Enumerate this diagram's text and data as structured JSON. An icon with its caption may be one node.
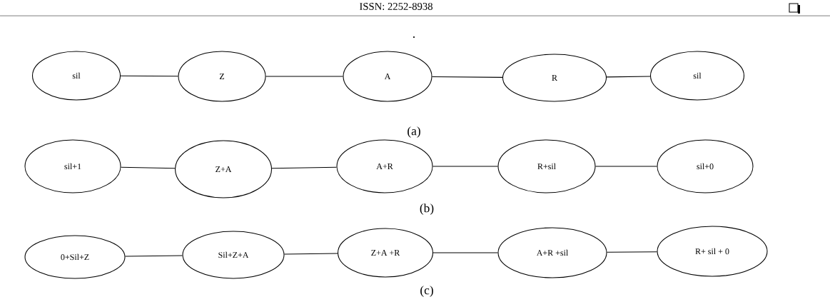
{
  "diagram": {
    "nodes": [
      {
        "text": [
          "sil"
        ]
      },
      {
        "text": [
          "Z"
        ]
      },
      {
        "text": [
          "A"
        ]
      },
      {
        "text": [
          "R"
        ]
      },
      {
        "text": [
          "sil"
        ]
      },
      {
        "text": [
          "sil+1"
        ]
      },
      {
        "text": [
          "Z+A"
        ]
      },
      {
        "text": [
          "A+R"
        ]
      },
      {
        "text": [
          "R+sil"
        ]
      },
      {
        "text": [
          "sil+0"
        ]
      },
      {
        "text": [
          "0+Sil+Z"
        ]
      },
      {
        "text": [
          "Sil+Z+A"
        ]
      },
      {
        "text": [
          "Z+A +R"
        ]
      },
      {
        "text": [
          "A+R +sil"
        ]
      },
      {
        "text": [
          "R+ sil + 0"
        ]
      }
    ],
    "edges": [
      {
        "from": 0,
        "to": 1,
        "arrow": "none"
      },
      {
        "from": 1,
        "to": 2,
        "arrow": "none"
      },
      {
        "from": 2,
        "to": 3,
        "arrow": "none"
      },
      {
        "from": 3,
        "to": 4,
        "arrow": "none"
      },
      {
        "from": 5,
        "to": 6,
        "arrow": "none"
      },
      {
        "from": 6,
        "to": 7,
        "arrow": "none"
      },
      {
        "from": 7,
        "to": 8,
        "arrow": "none"
      },
      {
        "from": 8,
        "to": 9,
        "arrow": "none"
      },
      {
        "from": 10,
        "to": 11,
        "arrow": "none"
      },
      {
        "from": 11,
        "to": 12,
        "arrow": "none"
      },
      {
        "from": 12,
        "to": 13,
        "arrow": "none"
      },
      {
        "from": 13,
        "to": 14,
        "arrow": "none"
      }
    ],
    "labels": [
      "ISSN: 2252-8938",
      ".",
      "(a)",
      "(b)",
      "(c)"
    ]
  }
}
